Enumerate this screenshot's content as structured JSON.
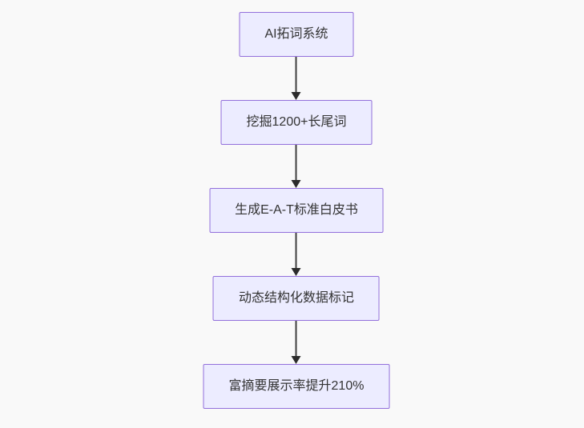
{
  "page": {
    "background_color": "#f9f9f9"
  },
  "flowchart": {
    "type": "flowchart-top-down",
    "node_fill_color": "#ececff",
    "node_border_color": "#9370db",
    "node_text_color": "#333333",
    "arrow_color": "#333333",
    "nodes": [
      {
        "label": "AI拓词系统"
      },
      {
        "label": "挖掘1200+长尾词"
      },
      {
        "label": "生成E-A-T标准白皮书"
      },
      {
        "label": "动态结构化数据标记"
      },
      {
        "label": "富摘要展示率提升210%"
      }
    ],
    "edges": [
      {
        "from": "AI拓词系统",
        "to": "挖掘1200+长尾词"
      },
      {
        "from": "挖掘1200+长尾词",
        "to": "生成E-A-T标准白皮书"
      },
      {
        "from": "生成E-A-T标准白皮书",
        "to": "动态结构化数据标记"
      },
      {
        "from": "动态结构化数据标记",
        "to": "富摘要展示率提升210%"
      }
    ]
  }
}
